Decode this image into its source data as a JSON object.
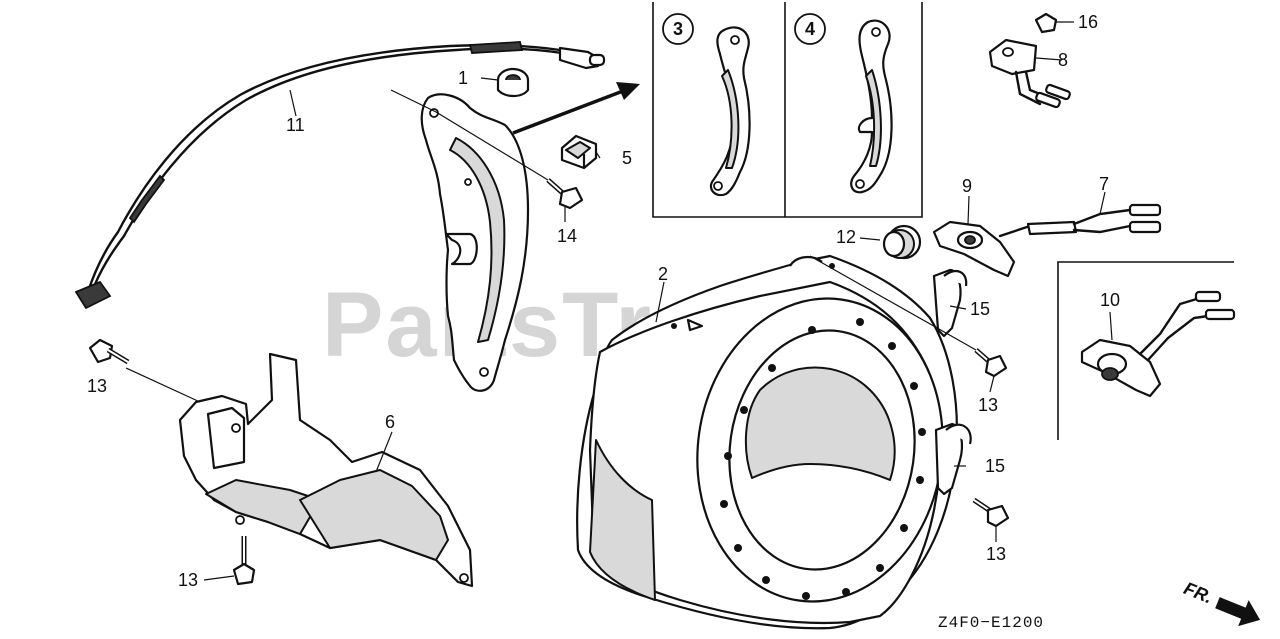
{
  "watermark": "PartsTree",
  "diagram_code": "Z4F0−E1200",
  "orientation": {
    "label": "FR.",
    "icon": "front-arrow-icon"
  },
  "inset_labels": {
    "inset_3": "3",
    "inset_4": "4"
  },
  "callouts": {
    "c1": "1",
    "c2": "2",
    "c5": "5",
    "c6": "6",
    "c7": "7",
    "c8": "8",
    "c9": "9",
    "c10": "10",
    "c11": "11",
    "c12": "12",
    "c13a": "13",
    "c13b": "13",
    "c13c": "13",
    "c13d": "13",
    "c14": "14",
    "c15a": "15",
    "c15b": "15",
    "c16": "16"
  }
}
